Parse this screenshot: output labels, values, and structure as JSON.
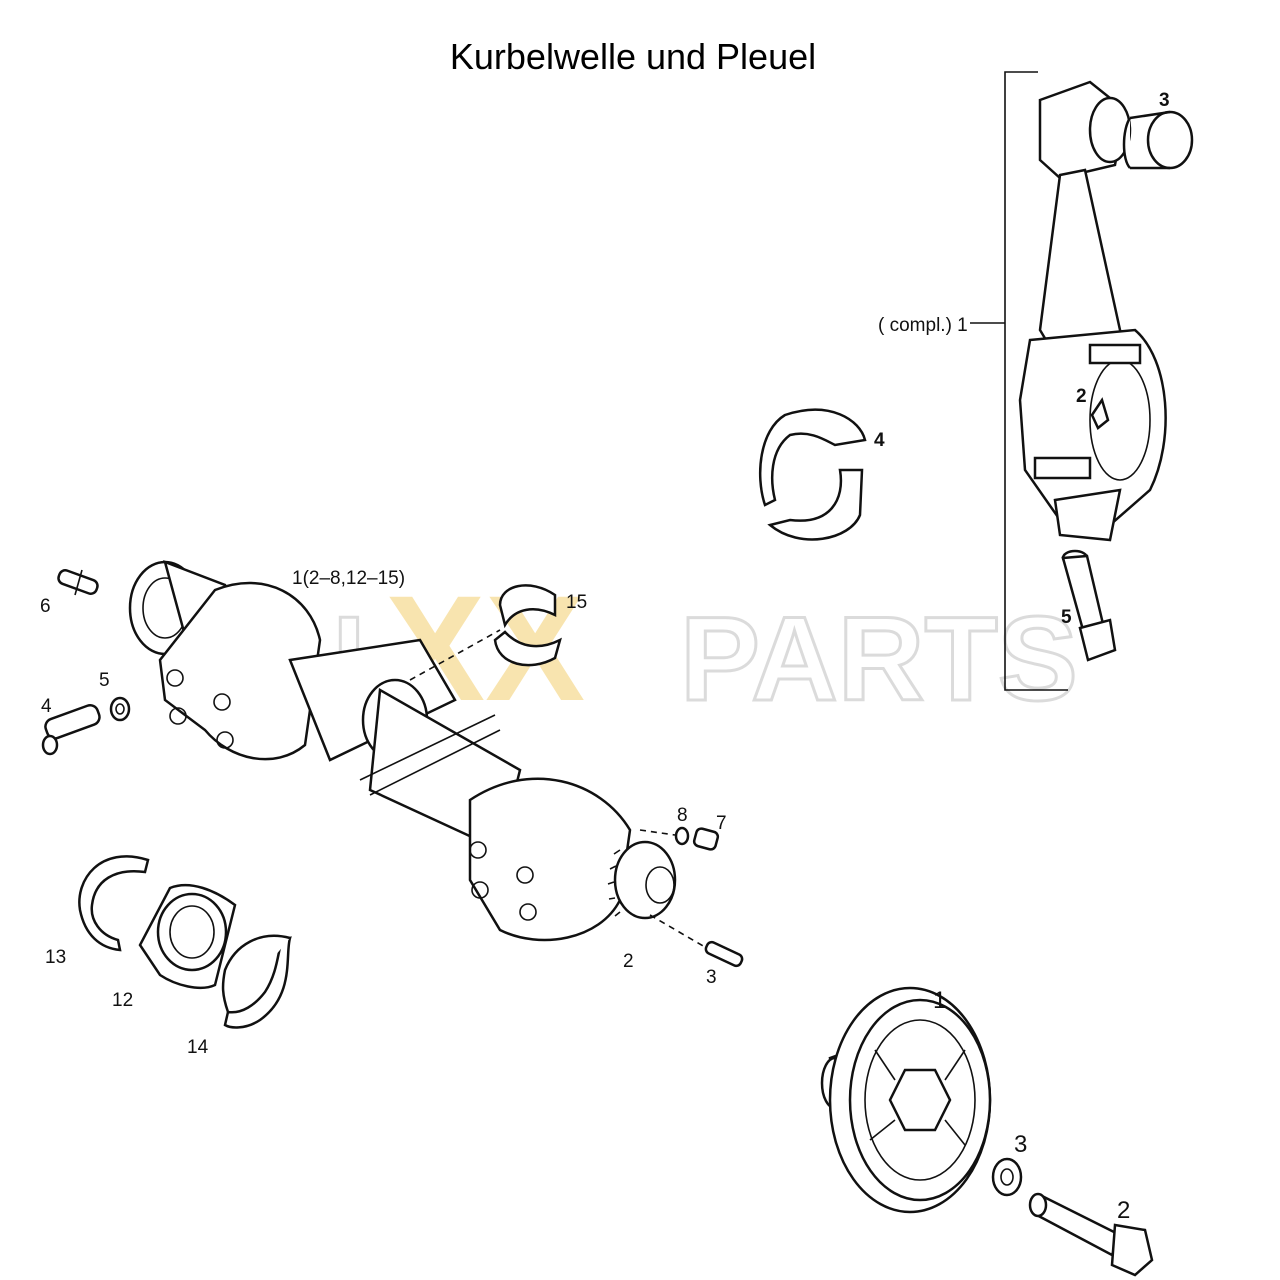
{
  "title": "Kurbelwelle und Pleuel",
  "watermark": {
    "part1": "FU",
    "part2": "XX",
    "part3": "PARTS",
    "accent_color": "#f6d88a",
    "gray_color": "#dcdcdc"
  },
  "callouts": {
    "crankshaft_assembly": "1(2–8,12–15)",
    "crank_6": "6",
    "crank_5": "5",
    "crank_4": "4",
    "crank_15": "15",
    "crank_8": "8",
    "crank_7": "7",
    "crank_2": "2",
    "crank_3": "3",
    "crank_13": "13",
    "crank_12": "12",
    "crank_14": "14",
    "rod_compl": "( compl.) 1",
    "rod_3": "3",
    "rod_2": "2",
    "rod_4": "4",
    "rod_5": "5",
    "pulley_1": "1",
    "pulley_3": "3",
    "pulley_2": "2"
  }
}
